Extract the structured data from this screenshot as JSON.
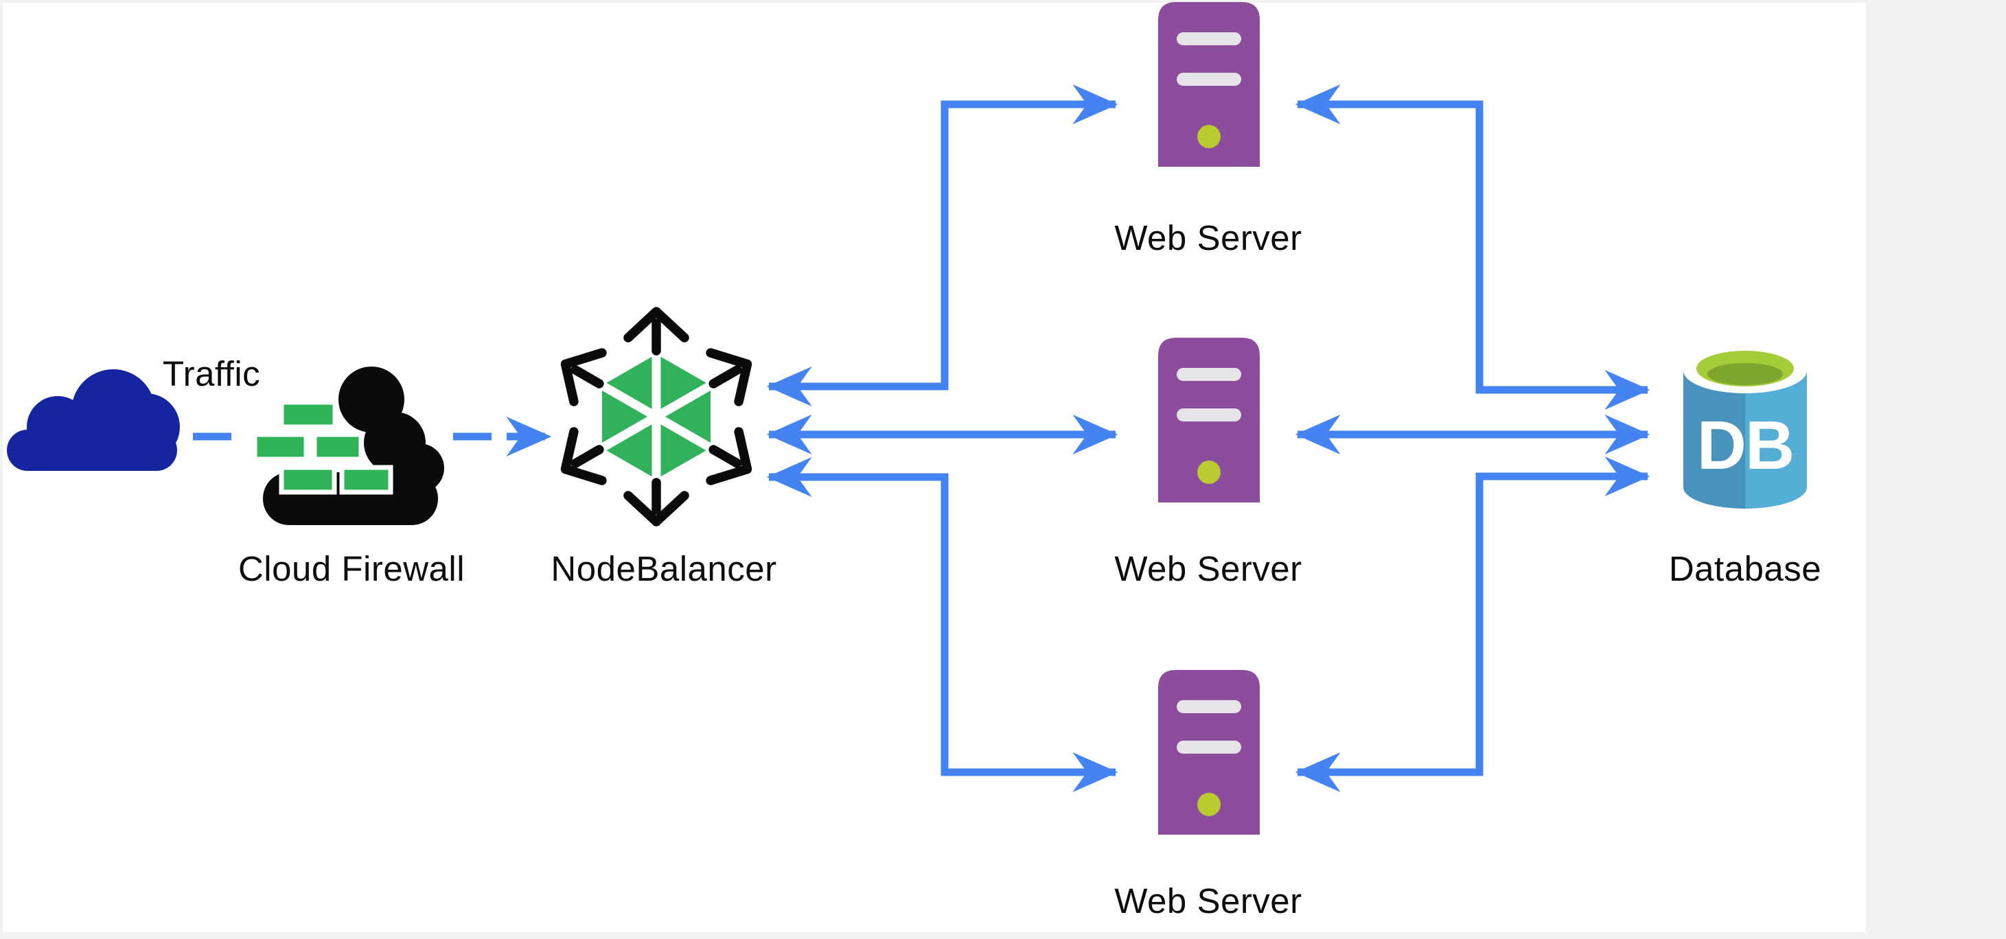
{
  "canvas": {
    "background_color": "#f2f2f2",
    "surface_color": "#ffffff"
  },
  "diagram": {
    "connector_color": "#4483f2",
    "nodes": {
      "traffic": {
        "label": "Traffic",
        "icon": "cloud-icon",
        "color": "#15259f"
      },
      "cloud_firewall": {
        "label": "Cloud Firewall",
        "icon": "firewall-cloud-icon",
        "cloud_color": "#0b0b0b",
        "brick_color": "#2fb457"
      },
      "nodebalancer": {
        "label": "NodeBalancer",
        "icon": "nodebalancer-icon",
        "hexagon_color": "#2fb259",
        "arrow_color": "#0b0b0b"
      },
      "web_server_top": {
        "label": "Web Server",
        "icon": "server-icon",
        "body_color": "#8c4d9c",
        "led_color": "#b9cb2f"
      },
      "web_server_middle": {
        "label": "Web Server",
        "icon": "server-icon",
        "body_color": "#8c4d9c",
        "led_color": "#b9cb2f"
      },
      "web_server_bottom": {
        "label": "Web Server",
        "icon": "server-icon",
        "body_color": "#8c4d9c",
        "led_color": "#b9cb2f"
      },
      "database": {
        "label": "Database",
        "badge": "DB",
        "icon": "database-icon",
        "body_color_left": "#4793bd",
        "body_color_right": "#55aed6",
        "lid_color": "#a2cc38",
        "lid_inner_color": "#7ea62c"
      }
    },
    "edges": [
      {
        "from": "traffic",
        "to": "cloud_firewall",
        "style": "dashed"
      },
      {
        "from": "cloud_firewall",
        "to": "nodebalancer",
        "style": "dashed-arrow"
      },
      {
        "from": "nodebalancer",
        "to": "web_server_top",
        "style": "bidirectional-elbow"
      },
      {
        "from": "nodebalancer",
        "to": "web_server_middle",
        "style": "bidirectional-straight"
      },
      {
        "from": "nodebalancer",
        "to": "web_server_bottom",
        "style": "bidirectional-elbow"
      },
      {
        "from": "web_server_top",
        "to": "database",
        "style": "bidirectional-elbow"
      },
      {
        "from": "web_server_middle",
        "to": "database",
        "style": "bidirectional-straight"
      },
      {
        "from": "web_server_bottom",
        "to": "database",
        "style": "bidirectional-elbow"
      }
    ]
  }
}
